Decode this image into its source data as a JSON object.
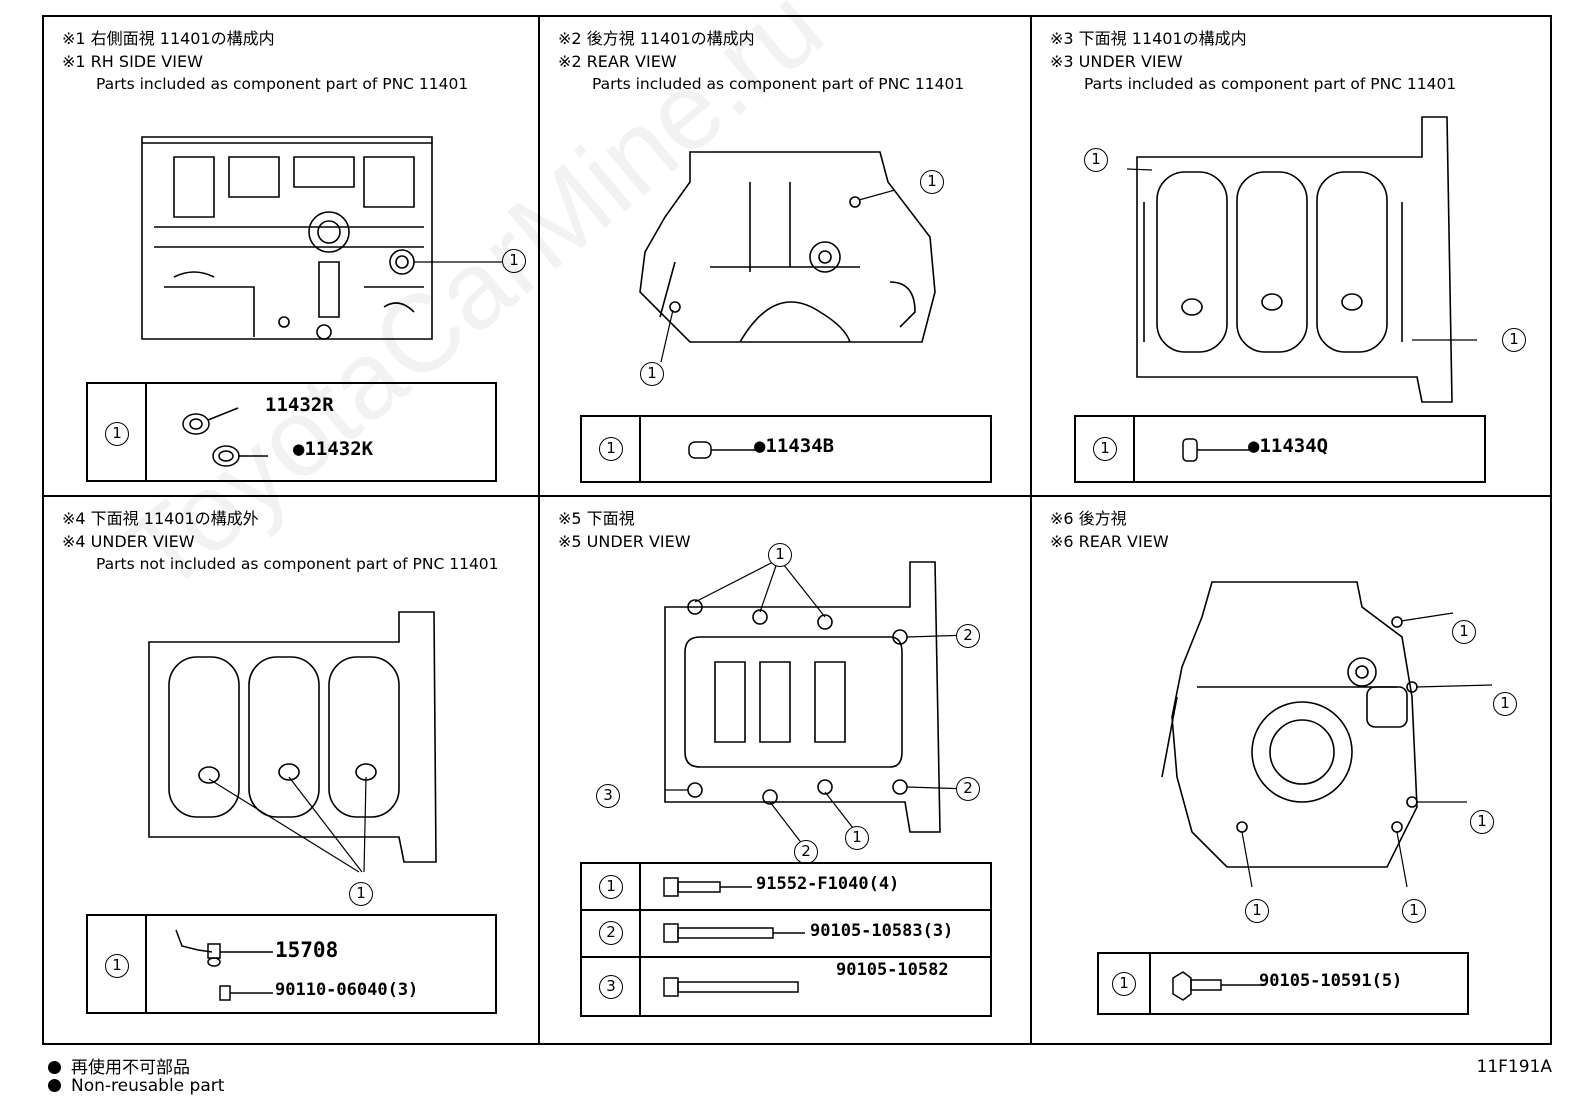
{
  "panels": [
    {
      "jp": "※1 右側面視 11401の構成内",
      "en": "※1 RH SIDE VIEW",
      "note": "Parts included as component part of PNC 11401",
      "parts": [
        {
          "mark": "①",
          "items": [
            "11432R",
            "●11432K"
          ]
        }
      ]
    },
    {
      "jp": "※2 後方視 11401の構成内",
      "en": "※2 REAR VIEW",
      "note": "Parts included as component part of PNC 11401",
      "parts": [
        {
          "mark": "①",
          "items": [
            "●11434B"
          ]
        }
      ]
    },
    {
      "jp": "※3 下面視 11401の構成内",
      "en": "※3 UNDER VIEW",
      "note": "Parts included as component part of PNC 11401",
      "parts": [
        {
          "mark": "①",
          "items": [
            "●11434Q"
          ]
        }
      ]
    },
    {
      "jp": "※4 下面視 11401の構成外",
      "en": "※4 UNDER VIEW",
      "note": "Parts not included as component part of PNC 11401",
      "parts": [
        {
          "mark": "①",
          "items": [
            "15708",
            "90110-06040(3)"
          ]
        }
      ]
    },
    {
      "jp": "※5 下面視",
      "en": "※5 UNDER VIEW",
      "note": "",
      "parts": [
        {
          "mark": "①",
          "items": [
            "91552-F1040(4)"
          ]
        },
        {
          "mark": "②",
          "items": [
            "90105-10583(3)"
          ]
        },
        {
          "mark": "③",
          "items": [
            "90105-10582"
          ]
        }
      ]
    },
    {
      "jp": "※6 後方視",
      "en": "※6 REAR VIEW",
      "note": "",
      "parts": [
        {
          "mark": "①",
          "items": [
            "90105-10591(5)"
          ]
        }
      ]
    }
  ],
  "callouts": {
    "one": "1",
    "two": "2",
    "three": "3"
  },
  "legend": {
    "jp": "再使用不可部品",
    "en": "Non-reusable part"
  },
  "figure_code": "11F191A",
  "watermark": "ToyotaCarMine.ru"
}
